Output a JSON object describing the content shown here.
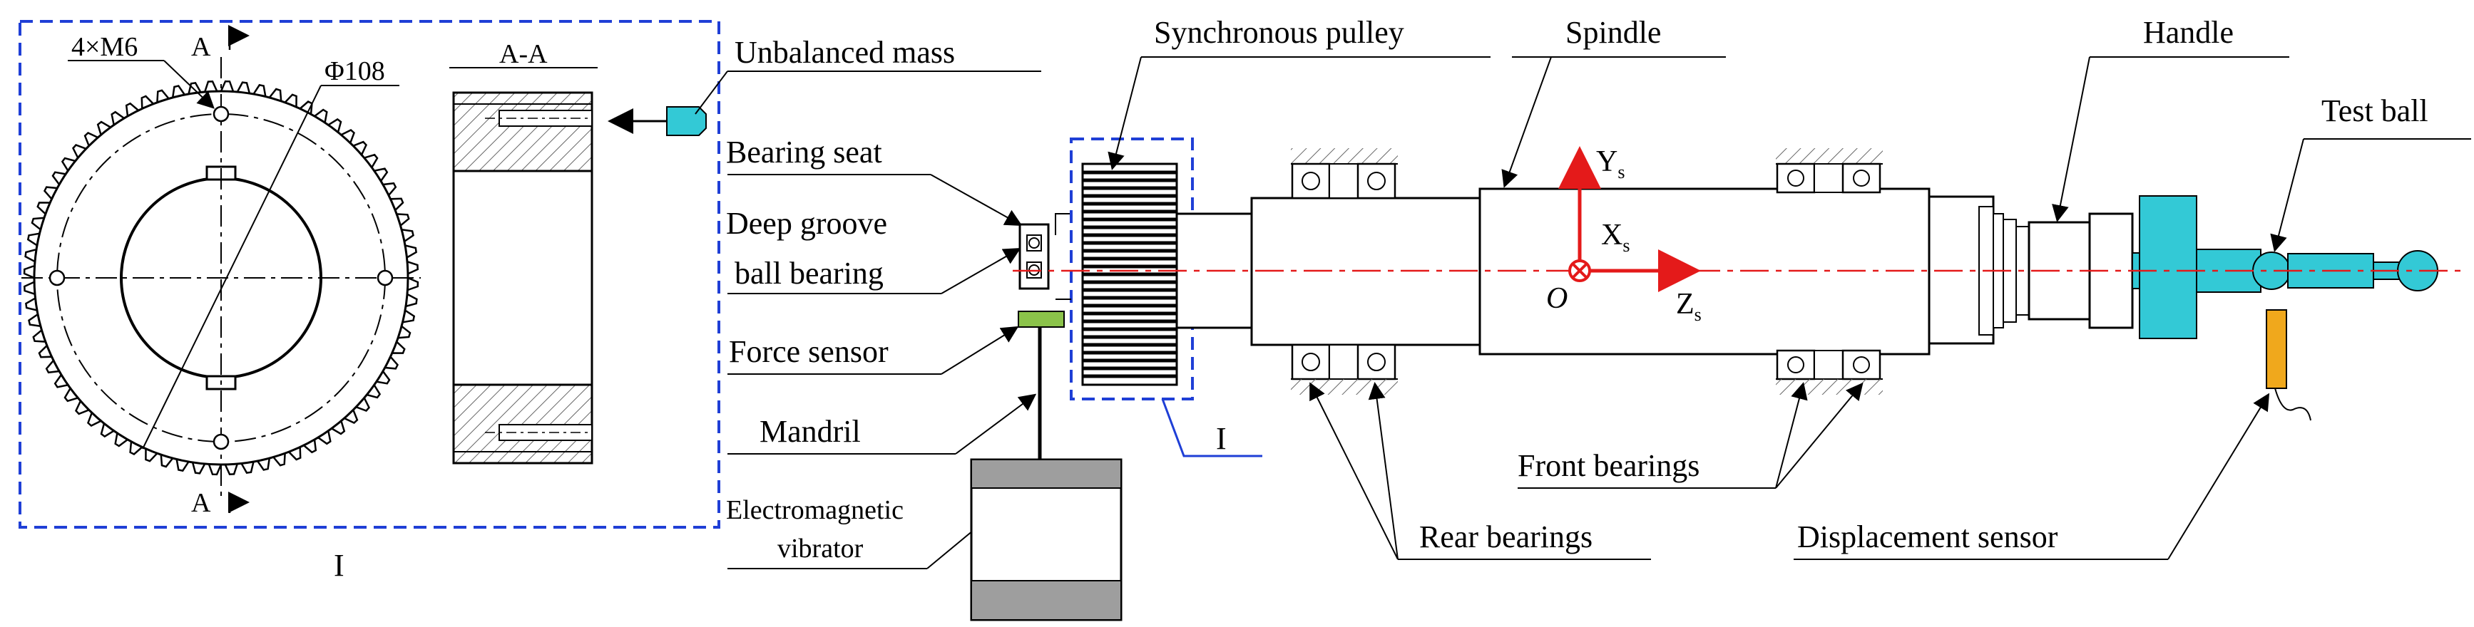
{
  "diagram": {
    "detail_view": {
      "bolt_label": "4×M6",
      "section_mark_top": "A",
      "section_mark_bottom": "A",
      "diameter_label": "Φ108",
      "section_title": "A-A",
      "detail_id": "I"
    },
    "labels": {
      "unbalanced_mass": "Unbalanced mass",
      "bearing_seat": "Bearing seat",
      "deep_groove_1": "Deep groove",
      "deep_groove_2": "ball bearing",
      "force_sensor": "Force sensor",
      "mandril": "Mandril",
      "vibrator_1": "Electromagnetic",
      "vibrator_2": "vibrator",
      "synchronous_pulley": "Synchronous pulley",
      "pulley_detail_id": "I",
      "spindle": "Spindle",
      "handle": "Handle",
      "test_ball": "Test ball",
      "front_bearings": "Front bearings",
      "rear_bearings": "Rear bearings",
      "displacement_sensor": "Displacement sensor"
    },
    "axes": {
      "y": "Y",
      "x": "X",
      "z": "Z",
      "sub": "s",
      "origin": "O"
    },
    "colors": {
      "dash_box": "#1f3fd6",
      "axis_red": "#e41a1a",
      "cyan": "#33c9d6",
      "sensor_green": "#8bc34a",
      "sensor_orange": "#f0a81c"
    }
  }
}
